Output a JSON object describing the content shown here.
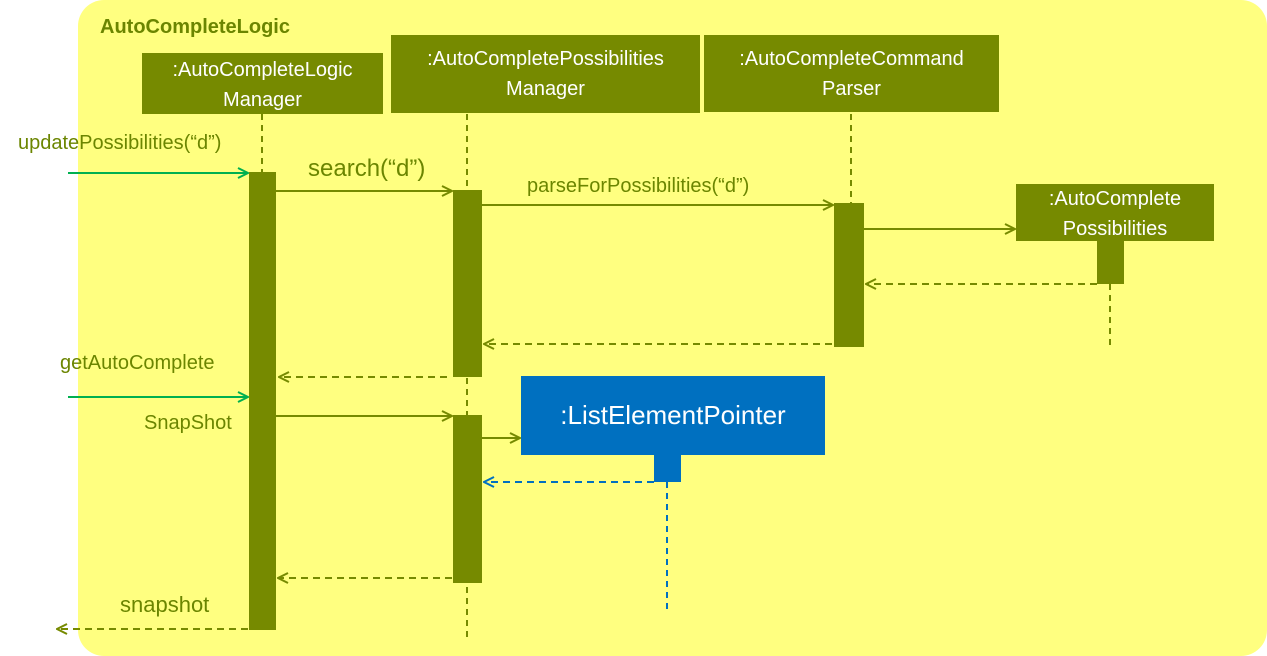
{
  "frame": {
    "label": "AutoCompleteLogic"
  },
  "lifelines": {
    "logic_manager": {
      "line1": ":AutoCompleteLogic",
      "line2": "Manager"
    },
    "possibilities_manager": {
      "line1": ":AutoCompletePossibilities",
      "line2": "Manager"
    },
    "command_parser": {
      "line1": ":AutoCompleteCommand",
      "line2": "Parser"
    },
    "possibilities": {
      "line1": ":AutoComplete",
      "line2": "Possibilities"
    },
    "list_pointer": {
      "line1": ":ListElementPointer"
    }
  },
  "messages": {
    "update_possibilities": "updatePossibilities(“d”)",
    "search": "search(“d”)",
    "parse_for_possibilities": "parseForPossibilities(“d”)",
    "get_autocomplete_snapshot_line1": "getAutoComplete",
    "get_autocomplete_snapshot_line2": "SnapShot",
    "snapshot_return": "snapshot"
  },
  "colors": {
    "frame_fill": "#ffff80",
    "lifeline_olive": "#768a00",
    "call_green": "#00b050",
    "pointer_blue": "#0070c0"
  }
}
